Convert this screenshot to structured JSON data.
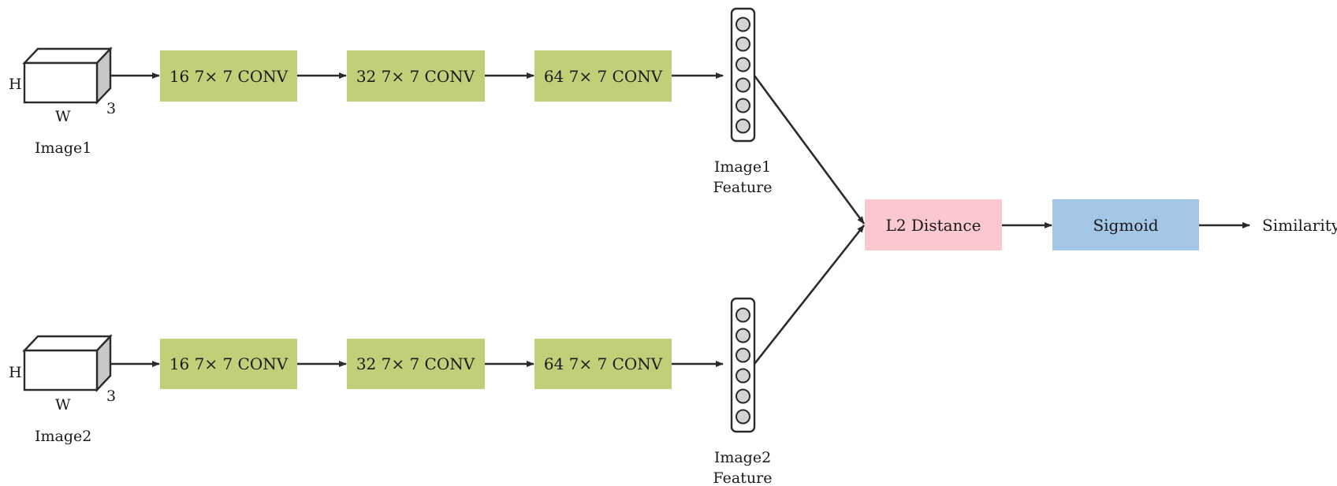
{
  "inputs": [
    {
      "name": "Image1",
      "height_label": "H",
      "width_label": "W",
      "channels_label": "3"
    },
    {
      "name": "Image2",
      "height_label": "H",
      "width_label": "W",
      "channels_label": "3"
    }
  ],
  "branches": [
    {
      "layers": [
        "16 7× 7 CONV",
        "32 7× 7 CONV",
        "64 7× 7 CONV"
      ],
      "feature_label_line1": "Image1",
      "feature_label_line2": "Feature"
    },
    {
      "layers": [
        "16 7× 7 CONV",
        "32 7× 7 CONV",
        "64 7× 7 CONV"
      ],
      "feature_label_line1": "Image2",
      "feature_label_line2": "Feature"
    }
  ],
  "merge": {
    "distance_label": "L2 Distance",
    "activation_label": "Sigmoid",
    "output_label": "Similarity"
  },
  "colors": {
    "conv_block": "#c3cf78",
    "distance_block": "#fbc8d0",
    "activation_block": "#a3c5e6",
    "arrow": "#2b2b2b"
  }
}
